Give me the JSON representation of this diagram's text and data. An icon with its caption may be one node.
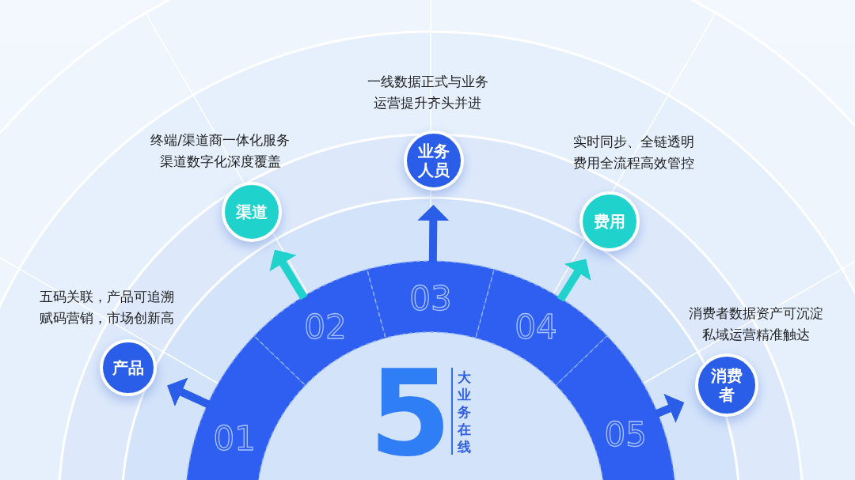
{
  "diagram": {
    "nodes": [
      {
        "text": [
          "01"
        ]
      },
      {
        "text": [
          "产品"
        ],
        "beside": [
          "五码关联，产品可追溯",
          "赋码营销，市场创新高"
        ]
      },
      {
        "text": [
          "02"
        ]
      },
      {
        "text": [
          "渠道"
        ],
        "beside": [
          "终端/渠道商一体化服务",
          "渠道数字化深度覆盖"
        ]
      },
      {
        "text": [
          "03"
        ]
      },
      {
        "text": [
          "业务人员"
        ],
        "beside": [
          "一线数据正式与业务",
          "运营提升齐头并进"
        ]
      },
      {
        "text": [
          "04"
        ]
      },
      {
        "text": [
          "费用"
        ],
        "beside": [
          "实时同步、全链透明",
          "费用全流程高效管控"
        ]
      },
      {
        "text": [
          "05"
        ]
      },
      {
        "text": [
          "消费者"
        ],
        "beside": [
          "消费者数据资产可沉淀",
          "私域运营精准触达"
        ]
      }
    ],
    "edges": [
      {
        "from": 0,
        "to": 1,
        "arrow": "to"
      },
      {
        "from": 2,
        "to": 3,
        "arrow": "to",
        "color": "#1fd3cc"
      },
      {
        "from": 4,
        "to": 5,
        "arrow": "to"
      },
      {
        "from": 6,
        "to": 7,
        "arrow": "to",
        "color": "#1fd3cc"
      },
      {
        "from": 8,
        "to": 9,
        "arrow": "to"
      }
    ],
    "labels": [
      "5",
      "大业务在线"
    ]
  }
}
